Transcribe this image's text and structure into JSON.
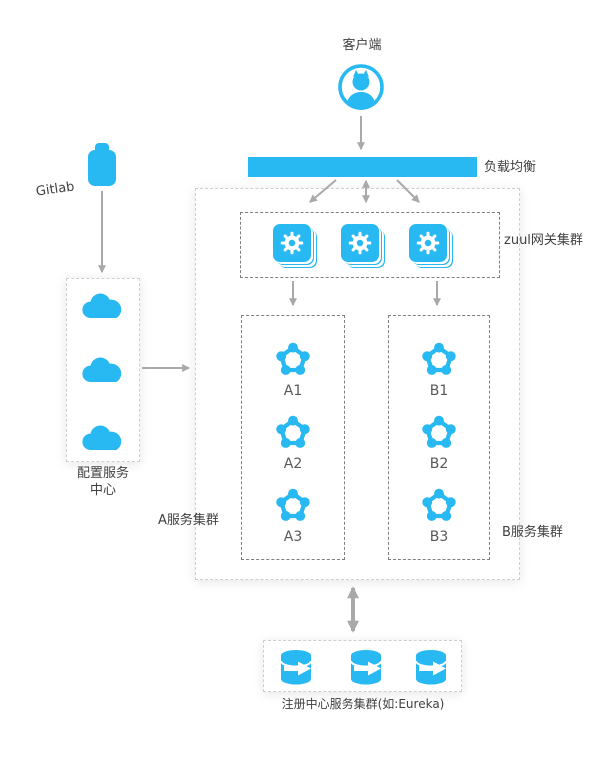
{
  "colors": {
    "accent": "#29b9f2",
    "line": "#a9a9a9",
    "text": "#3f3f3f"
  },
  "client": {
    "label": "客户端"
  },
  "load_balancer": {
    "label": "负载均衡"
  },
  "gateway": {
    "label": "zuul网关集群"
  },
  "service_area": {
    "cluster_a": {
      "label": "A服务集群",
      "nodes": [
        "A1",
        "A2",
        "A3"
      ]
    },
    "cluster_b": {
      "label": "B服务集群",
      "nodes": [
        "B1",
        "B2",
        "B3"
      ]
    }
  },
  "config": {
    "repo_label": "Gitlab",
    "center_label": [
      "配置服务",
      "中心"
    ]
  },
  "registry": {
    "label": "注册中心服务集群(如:Eureka)"
  }
}
